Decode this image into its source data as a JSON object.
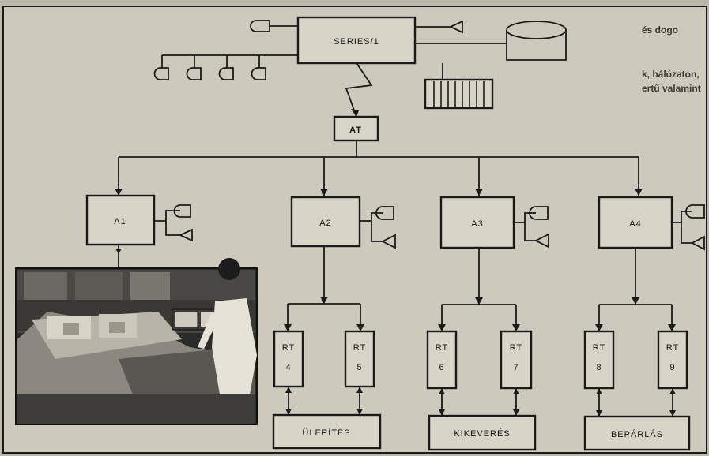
{
  "host": {
    "label": "SERIES/1"
  },
  "link": {
    "label": "AT"
  },
  "nodes": [
    {
      "id": "a1",
      "label": "A1"
    },
    {
      "id": "a2",
      "label": "A2"
    },
    {
      "id": "a3",
      "label": "A3"
    },
    {
      "id": "a4",
      "label": "A4"
    }
  ],
  "terminals": [
    {
      "id": "rt4",
      "line1": "RT",
      "line2": "4"
    },
    {
      "id": "rt5",
      "line1": "RT",
      "line2": "5"
    },
    {
      "id": "rt6",
      "line1": "RT",
      "line2": "6"
    },
    {
      "id": "rt7",
      "line1": "RT",
      "line2": "7"
    },
    {
      "id": "rt8",
      "line1": "RT",
      "line2": "8"
    },
    {
      "id": "rt9",
      "line1": "RT",
      "line2": "9"
    }
  ],
  "processes": [
    {
      "id": "ulepites",
      "label": "ÜLEPÍTÉS"
    },
    {
      "id": "kikeveres",
      "label": "KIKEVERÉS"
    },
    {
      "id": "beparlas",
      "label": "BEPÁRLÁS"
    }
  ],
  "background_text": {
    "line1": "és dogo",
    "line2": "k, hálózaton,",
    "line3": "ertű valamint"
  },
  "colors": {
    "ink": "#1a1a1a",
    "box_fill": "#d8d4c8",
    "paper": "#bdb8ac"
  }
}
